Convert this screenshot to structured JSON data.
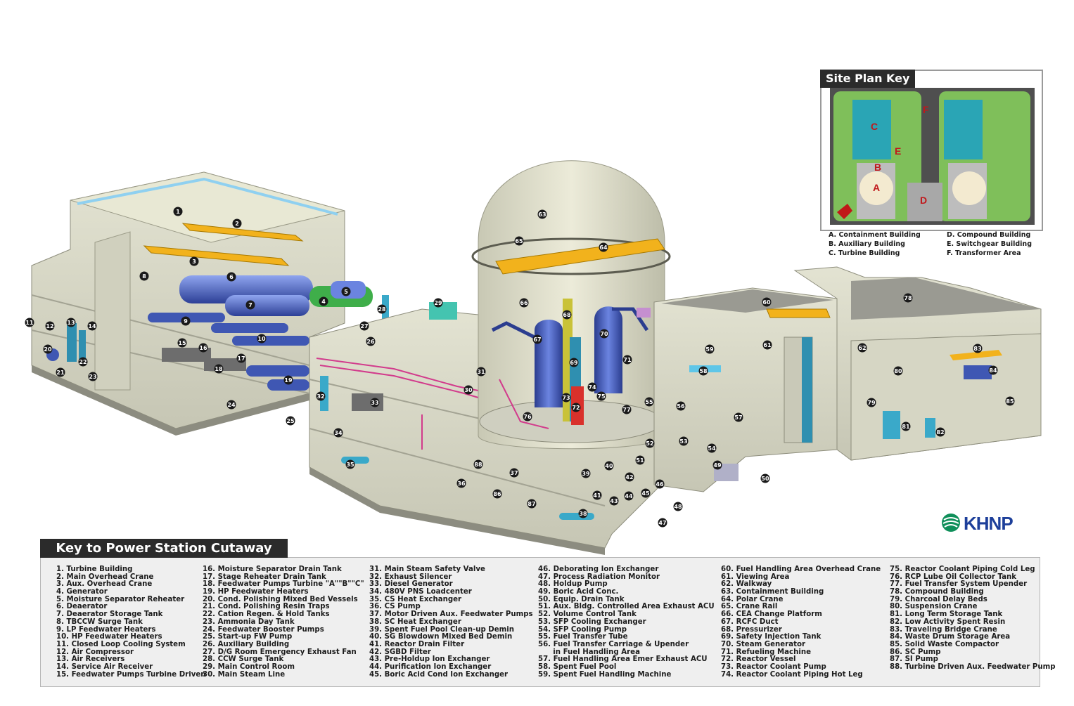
{
  "site_plan_key": {
    "title": "Site Plan Key",
    "map_labels": [
      "A",
      "B",
      "C",
      "D",
      "E",
      "F"
    ],
    "legend": [
      "A. Containment Building",
      "B. Auxiliary Building",
      "C. Turbine Building",
      "D. Compound Building",
      "E. Switchgear Building",
      "F. Transformer Area"
    ]
  },
  "logo": {
    "text": "KHNP"
  },
  "key": {
    "title": "Key to Power Station Cutaway",
    "columns": [
      [
        "1. Turbine Building",
        "2. Main Overhead Crane",
        "3. Aux. Overhead Crane",
        "4. Generator",
        "5. Moisture Separator Reheater",
        "6. Deaerator",
        "7. Deaerator Storage Tank",
        "8. TBCCW Surge Tank",
        "9. LP Feedwater Heaters",
        "10. HP Feedwater Heaters",
        "11. Closed Loop Cooling System",
        "12. Air Compressor",
        "13. Air Receivers",
        "14. Service Air Receiver",
        "15. Feedwater Pumps Turbine Driven"
      ],
      [
        "16. Moisture Separator Drain Tank",
        "17. Stage Reheater Drain Tank",
        "18. Feedwater Pumps Turbine \"A\"\"B\"\"C\"",
        "19. HP Feedwater Heaters",
        "20. Cond. Polishing Mixed Bed Vessels",
        "21. Cond. Polishing Resin Traps",
        "22. Cation Regen. & Hold Tanks",
        "23. Ammonia Day Tank",
        "24. Feedwater Booster Pumps",
        "25. Start-up FW Pump",
        "26. Auxiliary Building",
        "27. D/G Room Emergency Exhaust Fan",
        "28. CCW Surge Tank",
        "29. Main Control Room",
        "30. Main Steam Line"
      ],
      [
        "31. Main Steam Safety Valve",
        "32. Exhaust Silencer",
        "33. Diesel Generator",
        "34. 480V PNS Loadcenter",
        "35. CS Heat Exchanger",
        "36. CS Pump",
        "37. Motor Driven Aux. Feedwater Pumps",
        "38. SC Heat Exchanger",
        "39. Spent Fuel Pool Clean-up Demin",
        "40. SG Blowdown Mixed Bed Demin",
        "41. Reactor Drain Filter",
        "42. SGBD Filter",
        "43. Pre-Holdup Ion Exchanger",
        "44. Purification Ion Exchanger",
        "45. Boric Acid Cond Ion Exchanger"
      ],
      [
        "46. Deborating Ion Exchanger",
        "47. Process Radiation Monitor",
        "48. Holdup Pump",
        "49. Boric Acid Conc.",
        "50. Equip. Drain Tank",
        "51. Aux. Bldg. Controlled Area Exhaust ACU",
        "52. Volume Control Tank",
        "53. SFP Cooling Exchanger",
        "54. SFP Cooling Pump",
        "55. Fuel Transfer Tube",
        "56. Fuel Transfer Carriage & Upender",
        "      in Fuel Handling Area",
        "57. Fuel Handling Area Emer Exhaust ACU",
        "58. Spent Fuel Pool",
        "59. Spent Fuel Handling Machine"
      ],
      [
        "60. Fuel Handling Area Overhead Crane",
        "61. Viewing Area",
        "62. Walkway",
        "63. Containment Building",
        "64. Polar Crane",
        "65. Crane Rail",
        "66. CEA Change Platform",
        "67. RCFC Duct",
        "68. Pressurizer",
        "69. Safety Injection Tank",
        "70. Steam Generator",
        "71. Refueling Machine",
        "72. Reactor Vessel",
        "73. Reactor Coolant Pump",
        "74. Reactor Coolant Piping Hot Leg"
      ],
      [
        "75. Reactor Coolant Piping Cold Leg",
        "76. RCP Lube Oil Collector Tank",
        "77. Fuel Transfer System Upender",
        "78. Compound Building",
        "79. Charcoal Delay Beds",
        "80. Suspension Crane",
        "81. Long Term Storage Tank",
        "82. Low Activity Spent Resin",
        "83. Traveling Bridge Crane",
        "84. Waste Drum Storage Area",
        "85. Solid Waste Compactor",
        "86. SC Pump",
        "87. SI Pump",
        "88. Turbine Driven Aux. Feedwater Pump"
      ]
    ]
  },
  "callouts": [
    "1",
    "2",
    "3",
    "4",
    "5",
    "6",
    "7",
    "8",
    "9",
    "10",
    "11",
    "12",
    "13",
    "14",
    "15",
    "16",
    "17",
    "18",
    "19",
    "20",
    "21",
    "22",
    "23",
    "24",
    "25",
    "26",
    "27",
    "28",
    "29",
    "30",
    "31",
    "32",
    "33",
    "34",
    "35",
    "36",
    "37",
    "38",
    "39",
    "40",
    "41",
    "42",
    "43",
    "44",
    "45",
    "46",
    "47",
    "48",
    "49",
    "50",
    "51",
    "52",
    "53",
    "54",
    "55",
    "56",
    "57",
    "58",
    "59",
    "60",
    "61",
    "62",
    "63",
    "64",
    "65",
    "66",
    "67",
    "68",
    "69",
    "70",
    "71",
    "72",
    "73",
    "74",
    "75",
    "76",
    "77",
    "78",
    "79",
    "80",
    "81",
    "82",
    "83",
    "84",
    "85",
    "86",
    "87",
    "88"
  ],
  "colors": {
    "building_wall": "#d9d9c6",
    "floor": "#c9c9c0",
    "crane": "#f2b21c",
    "vessel_blue": "#3f57b3",
    "equipment_cyan": "#3aa9c9",
    "equipment_green": "#3fae4a",
    "pipe_pink": "#d23b8c",
    "reactor_red": "#d9312b",
    "dome": "#dcdcc9",
    "callout_fill": "#1a1a1a",
    "panel_dark": "#2b2b2b"
  }
}
